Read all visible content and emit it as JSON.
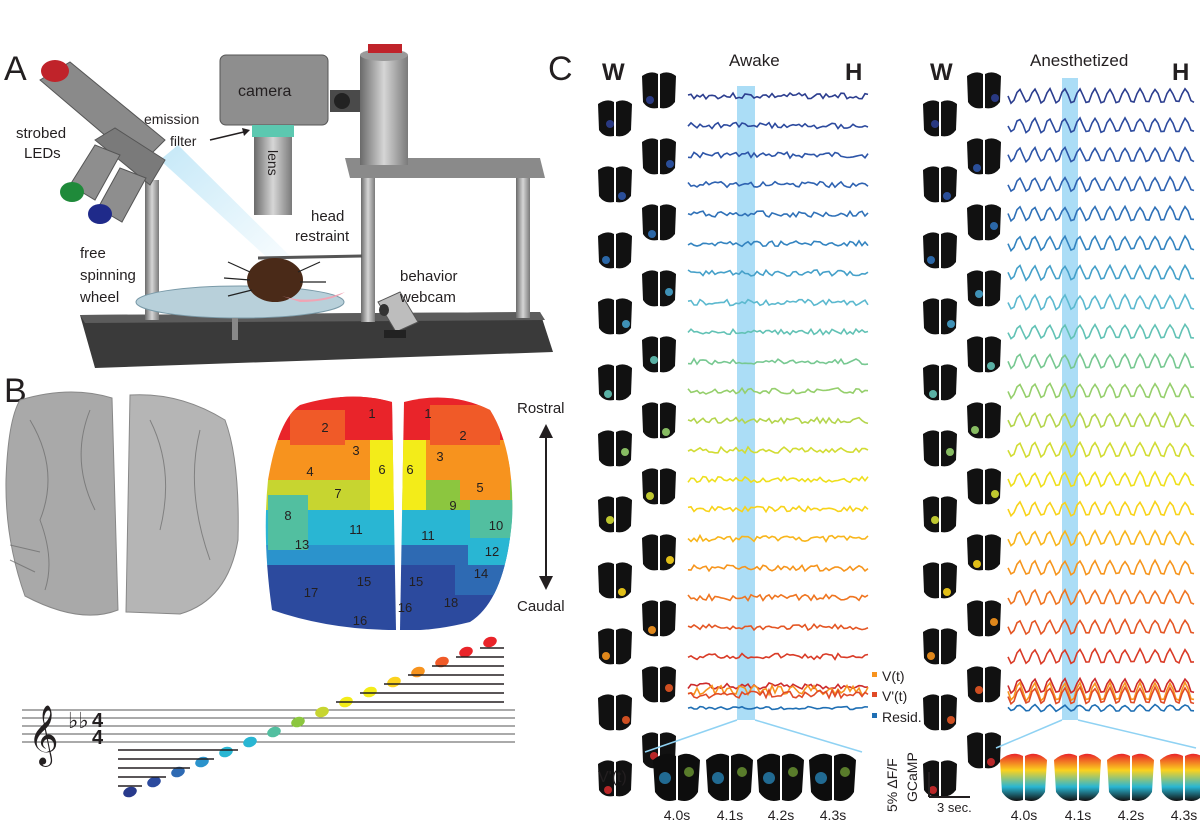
{
  "panels": {
    "A": {
      "letter": "A",
      "labels": {
        "camera": "camera",
        "emission_filter_1": "emission",
        "emission_filter_2": "filter",
        "strobed_1": "strobed",
        "strobed_2": "LEDs",
        "lens": "lens",
        "head_1": "head",
        "head_2": "restraint",
        "wheel_1": "free",
        "wheel_2": "spinning",
        "wheel_3": "wheel",
        "webcam_1": "behavior",
        "webcam_2": "webcam"
      },
      "colors": {
        "led_red": "#c0232a",
        "led_green": "#1f8a3a",
        "led_blue": "#1f2a8a",
        "filter": "#5cc8b0"
      }
    },
    "B": {
      "letter": "B",
      "rostral": "Rostral",
      "caudal": "Caudal",
      "regions_left": [
        "1",
        "2",
        "3",
        "4",
        "6",
        "7",
        "8",
        "11",
        "13",
        "15",
        "16",
        "17"
      ],
      "regions_right": [
        "1",
        "2",
        "3",
        "5",
        "6",
        "9",
        "10",
        "11",
        "12",
        "14",
        "15",
        "16",
        "18"
      ],
      "region_colors": [
        "#e9242a",
        "#f05a28",
        "#f7931e",
        "#fbd21e",
        "#f3ec19",
        "#c7d530",
        "#8cc63f",
        "#52bfa0",
        "#29b6d3",
        "#2b93cc",
        "#2e6ab3",
        "#2c4a9e",
        "#283a8c"
      ],
      "staff_notes": 16
    },
    "C": {
      "letter": "C",
      "awake": {
        "title": "Awake",
        "W": "W",
        "H": "H"
      },
      "anesthetized": {
        "title": "Anesthetized",
        "W": "W",
        "H": "H"
      },
      "legend": {
        "v": "V(t)",
        "vprime": "V'(t)",
        "resid": "Resid."
      },
      "legend_colors": {
        "v": "#f7931e",
        "vprime": "#e04a27",
        "resid": "#1f6fb4"
      },
      "trace_colors": [
        "#2c3e8f",
        "#2c4a9e",
        "#2d55a8",
        "#2e62b1",
        "#2f71b8",
        "#3484c0",
        "#45a0c9",
        "#5cb9cf",
        "#62c2b5",
        "#77c891",
        "#95cf6c",
        "#b4d54d",
        "#d2dc33",
        "#eedf1c",
        "#f8d31a",
        "#f8b51b",
        "#f6951d",
        "#ef7520",
        "#e45624",
        "#d93b27",
        "#cc2a2b"
      ],
      "vprime_label": "V'(t)",
      "times": [
        "4.0s",
        "4.1s",
        "4.2s",
        "4.3s"
      ],
      "scale_y_1": "5% ΔF/F",
      "scale_y_2": "GCaMP",
      "scale_x": "3 sec."
    }
  }
}
